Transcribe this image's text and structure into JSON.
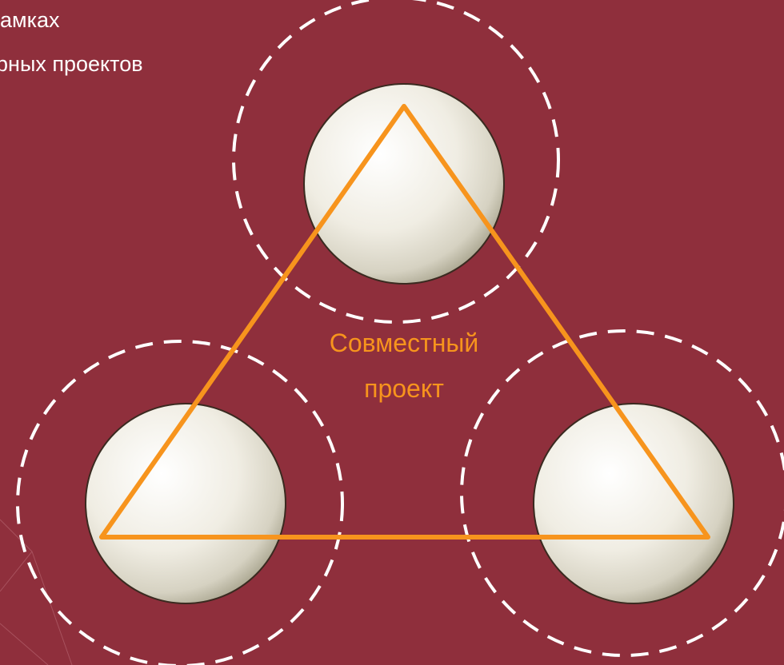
{
  "heading": {
    "line1": "рамках",
    "line2": "ерных проектов"
  },
  "diagram": {
    "center_label_line1": "Совместный",
    "center_label_line2": "проект",
    "nodes": [
      {
        "name": "top-partner"
      },
      {
        "name": "left-partner"
      },
      {
        "name": "right-partner"
      }
    ],
    "colors": {
      "background": "#8f2f3c",
      "triangle": "#f7941d",
      "dashed_ring": "#ffffff",
      "sphere": "#f2efe6",
      "center_label": "#f7941d"
    }
  }
}
